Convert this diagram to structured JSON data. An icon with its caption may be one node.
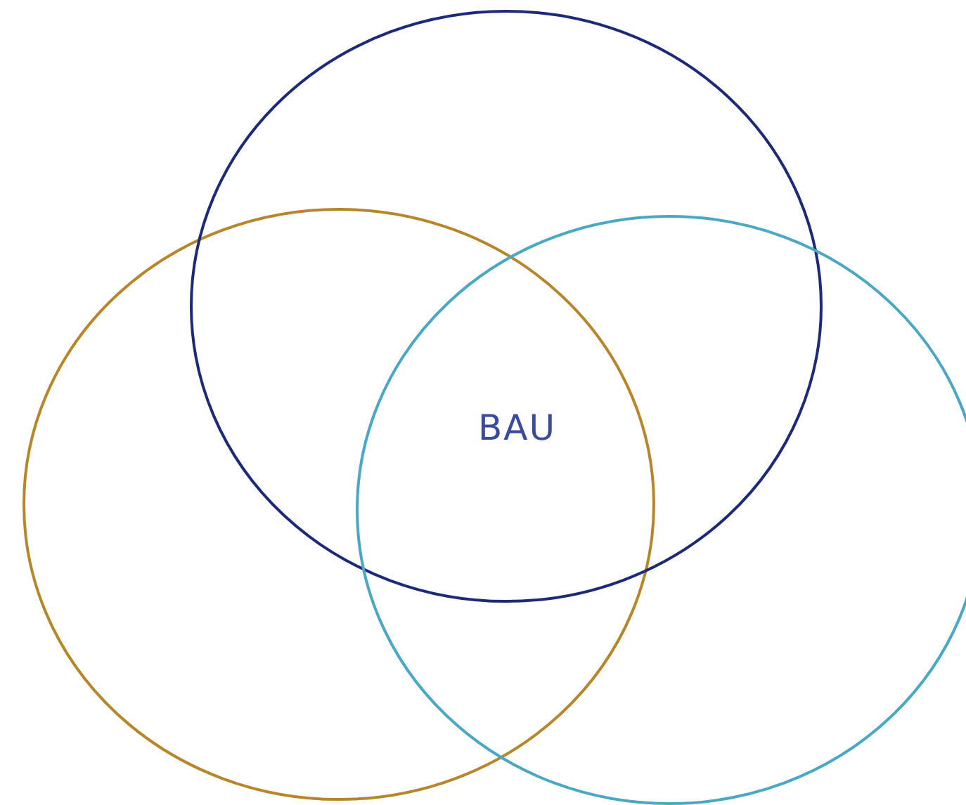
{
  "diagram": {
    "nodes": [
      {
        "text": [],
        "shape": "circle"
      },
      {
        "text": [],
        "shape": "circle"
      },
      {
        "text": [],
        "shape": "circle"
      }
    ],
    "labels": [
      "BAU"
    ]
  }
}
